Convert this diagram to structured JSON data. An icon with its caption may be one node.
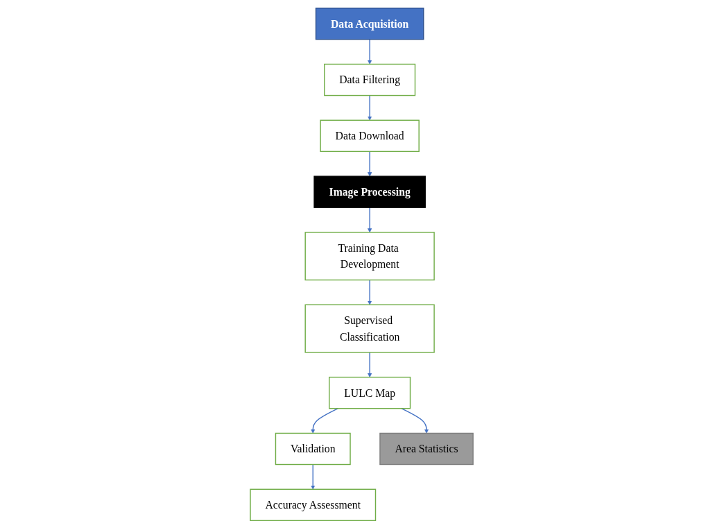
{
  "diagram": {
    "nodes": [
      {
        "text": [
          "Data Acquisition"
        ]
      },
      {
        "text": [
          "Data Filtering"
        ]
      },
      {
        "text": [
          "Data Download"
        ]
      },
      {
        "text": [
          "Image Processing"
        ]
      },
      {
        "text": [
          "Training Data Development"
        ]
      },
      {
        "text": [
          "Supervised Classification"
        ]
      },
      {
        "text": [
          "LULC Map"
        ]
      },
      {
        "text": [
          "Validation"
        ]
      },
      {
        "text": [
          "Accuracy Assessment"
        ]
      },
      {
        "text": [
          "Area Statistics"
        ]
      }
    ],
    "edges": [
      {
        "from": 0,
        "to": 1,
        "arrow": "to"
      },
      {
        "from": 1,
        "to": 2,
        "arrow": "to"
      },
      {
        "from": 2,
        "to": 3,
        "arrow": "to"
      },
      {
        "from": 3,
        "to": 4,
        "arrow": "to"
      },
      {
        "from": 4,
        "to": 5,
        "arrow": "to"
      },
      {
        "from": 5,
        "to": 6,
        "arrow": "to"
      },
      {
        "from": 6,
        "to": 7,
        "arrow": "to"
      },
      {
        "from": 7,
        "to": 8,
        "arrow": "to"
      },
      {
        "from": 6,
        "to": 9,
        "arrow": "to"
      }
    ]
  }
}
